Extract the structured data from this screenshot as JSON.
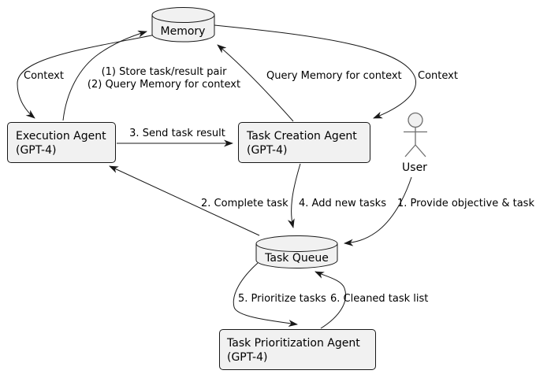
{
  "diagram": {
    "nodes": {
      "memory": {
        "label": "Memory"
      },
      "execution_agent": {
        "title": "Execution Agent",
        "subtitle": "(GPT-4)"
      },
      "task_creation_agent": {
        "title": "Task Creation Agent",
        "subtitle": "(GPT-4)"
      },
      "task_prioritization_agent": {
        "title": "Task Prioritization Agent",
        "subtitle": "(GPT-4)"
      },
      "task_queue": {
        "label": "Task Queue"
      },
      "user": {
        "label": "User"
      }
    },
    "edges": {
      "memory_to_execution": {
        "label": "Context"
      },
      "execution_to_memory": {
        "label_line1": "(1) Store task/result pair",
        "label_line2": "(2) Query Memory for context"
      },
      "creation_to_memory": {
        "label": "Query Memory for context"
      },
      "memory_to_creation": {
        "label": "Context"
      },
      "execution_to_creation": {
        "label": "3. Send task result"
      },
      "queue_to_execution": {
        "label": "2. Complete task"
      },
      "creation_to_queue": {
        "label": "4. Add new tasks"
      },
      "user_to_queue": {
        "label": "1. Provide objective & task"
      },
      "queue_to_prioritization": {
        "label": "5. Prioritize tasks"
      },
      "prioritization_to_queue": {
        "label": "6. Cleaned task list"
      }
    },
    "colors": {
      "node_fill": "#F1F1F1",
      "node_border": "#181818",
      "edge_color": "#181818",
      "text_color": "#000000",
      "actor_color": "#6E6E6E",
      "background": "#FFFFFF"
    }
  }
}
